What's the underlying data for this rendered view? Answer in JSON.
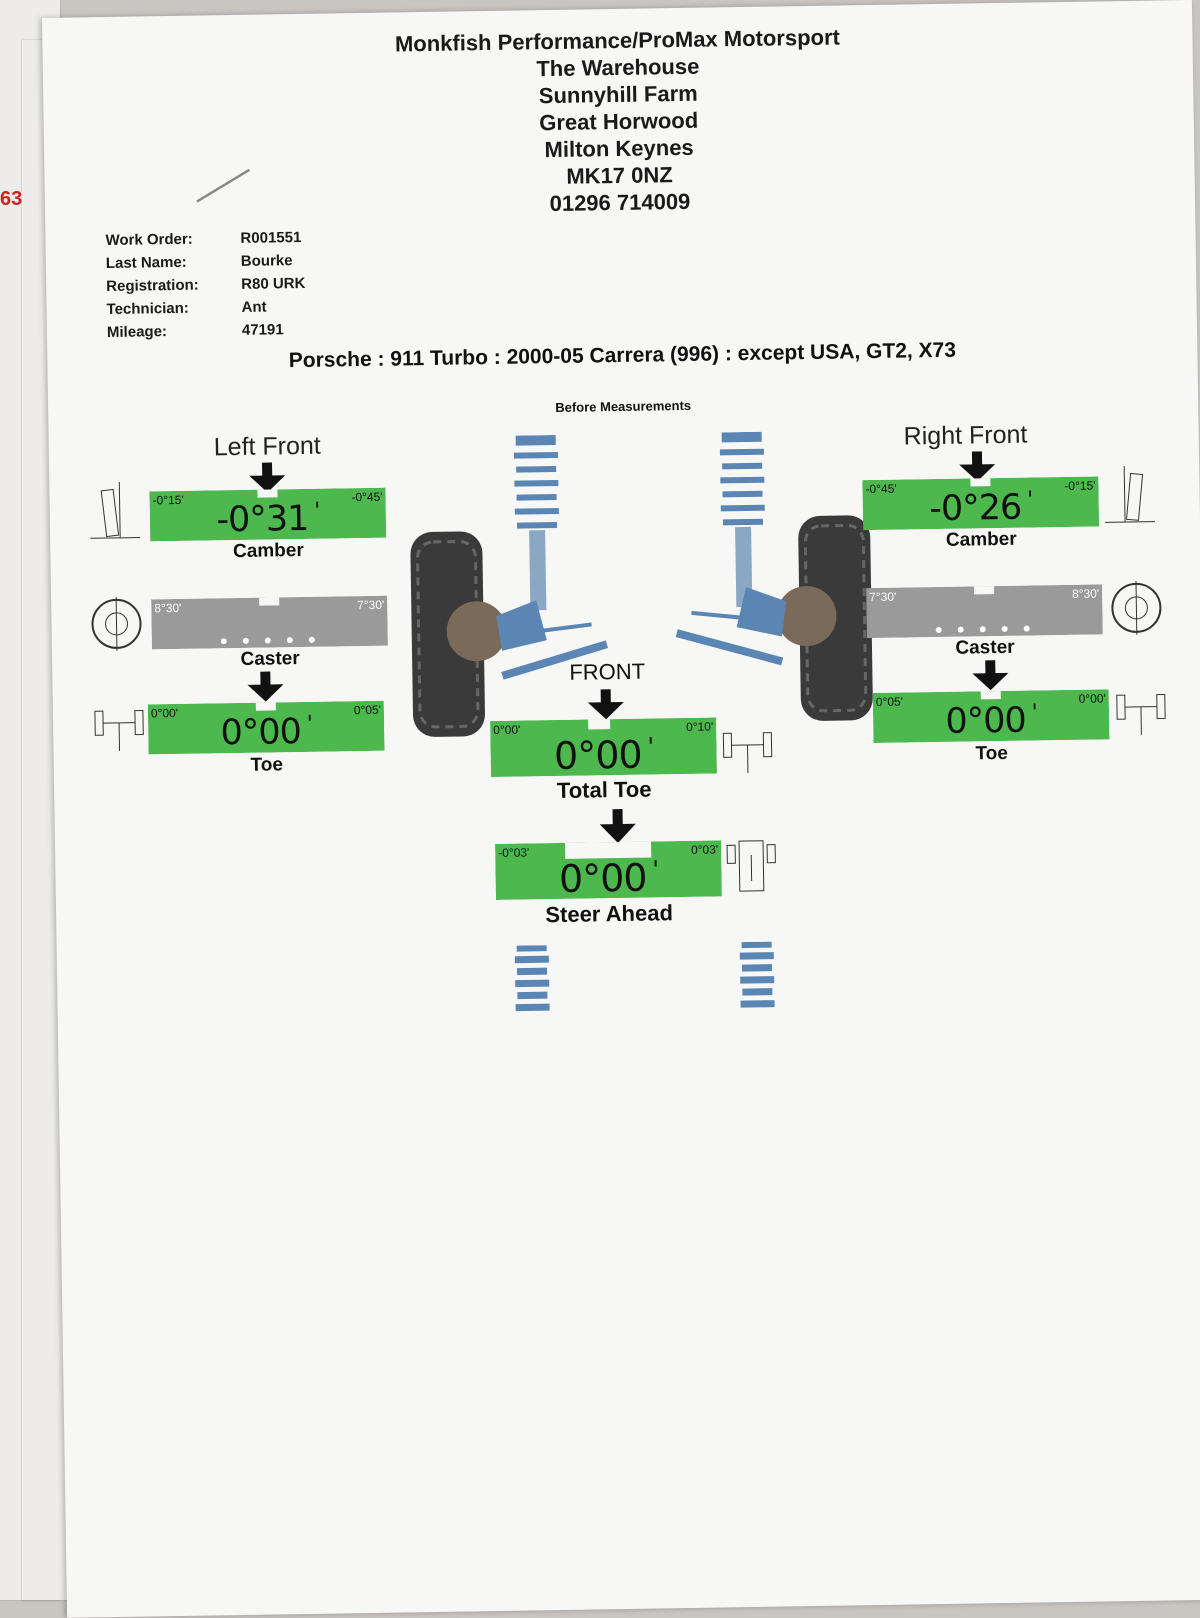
{
  "header": {
    "company": "Monkfish Performance/ProMax Motorsport",
    "address1": "The Warehouse",
    "address2": "Sunnyhill Farm",
    "address3": "Great Horwood",
    "address4": "Milton Keynes",
    "postcode": "MK17 0NZ",
    "phone": "01296 714009"
  },
  "info": [
    {
      "label": "Work Order:",
      "value": "R001551"
    },
    {
      "label": "Last Name:",
      "value": "Bourke"
    },
    {
      "label": "Registration:",
      "value": "R80 URK"
    },
    {
      "label": "Technician:",
      "value": "Ant"
    },
    {
      "label": "Mileage:",
      "value": "47191"
    }
  ],
  "vehicle": "Porsche : 911 Turbo : 2000-05 Carrera (996) : except USA, GT2, X73",
  "section_title": "Before Measurements",
  "under_sheet_text": "63",
  "left_front": {
    "title": "Left Front",
    "camber": {
      "label": "Camber",
      "min": "-0°15'",
      "max": "-0°45'",
      "value": "-0°31",
      "unit": "'",
      "status": "in-range"
    },
    "caster": {
      "label": "Caster",
      "min": "8°30'",
      "max": "7°30'",
      "status": "no-reading"
    },
    "toe": {
      "label": "Toe",
      "min": "0°00'",
      "max": "0°05'",
      "value": "0°00",
      "unit": "'",
      "status": "in-range"
    }
  },
  "right_front": {
    "title": "Right Front",
    "camber": {
      "label": "Camber",
      "min": "-0°45'",
      "max": "-0°15'",
      "value": "-0°26",
      "unit": "'",
      "status": "in-range"
    },
    "caster": {
      "label": "Caster",
      "min": "7°30'",
      "max": "8°30'",
      "status": "no-reading"
    },
    "toe": {
      "label": "Toe",
      "min": "0°05'",
      "max": "0°00'",
      "value": "0°00",
      "unit": "'",
      "status": "in-range"
    }
  },
  "front": {
    "label": "FRONT",
    "total_toe": {
      "label": "Total Toe",
      "min": "0°00'",
      "max": "0°10'",
      "value": "0°00",
      "unit": "'"
    },
    "steer_ahead": {
      "label": "Steer Ahead",
      "min": "-0°03'",
      "max": "0°03'",
      "value": "0°00",
      "unit": "'"
    }
  },
  "colors": {
    "in_range": "#4cb84e",
    "no_reading": "#9a9a9a",
    "suspension": "#5b86b3",
    "tyre": "#3a3a3a"
  }
}
